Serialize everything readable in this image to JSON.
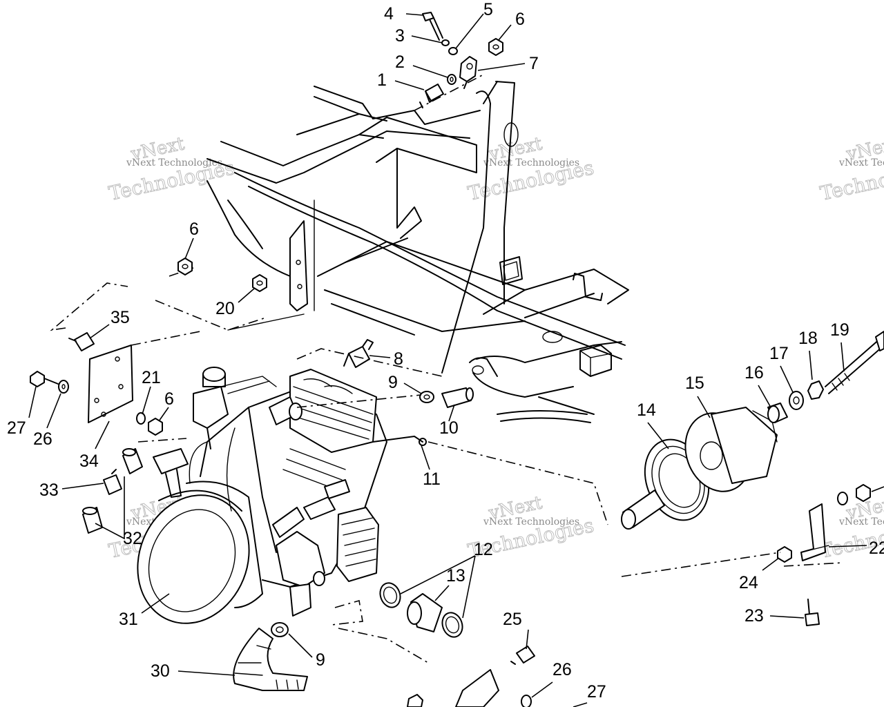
{
  "watermark": {
    "line1": "vNext Technologies",
    "line2": "vNext",
    "line3": "Technologies"
  },
  "callouts": [
    {
      "id": "c4",
      "text": "4"
    },
    {
      "id": "c5",
      "text": "5"
    },
    {
      "id": "c6a",
      "text": "6"
    },
    {
      "id": "c3",
      "text": "3"
    },
    {
      "id": "c2",
      "text": "2"
    },
    {
      "id": "c7",
      "text": "7"
    },
    {
      "id": "c1",
      "text": "1"
    },
    {
      "id": "c6b",
      "text": "6"
    },
    {
      "id": "c20",
      "text": "20"
    },
    {
      "id": "c35",
      "text": "35"
    },
    {
      "id": "c8",
      "text": "8"
    },
    {
      "id": "c9a",
      "text": "9"
    },
    {
      "id": "c10",
      "text": "10"
    },
    {
      "id": "c21",
      "text": "21"
    },
    {
      "id": "c6c",
      "text": "6"
    },
    {
      "id": "c27a",
      "text": "27"
    },
    {
      "id": "c26a",
      "text": "26"
    },
    {
      "id": "c34",
      "text": "34"
    },
    {
      "id": "c11",
      "text": "11"
    },
    {
      "id": "c33",
      "text": "33"
    },
    {
      "id": "c32",
      "text": "32"
    },
    {
      "id": "c31",
      "text": "31"
    },
    {
      "id": "c12",
      "text": "12"
    },
    {
      "id": "c13",
      "text": "13"
    },
    {
      "id": "c9b",
      "text": "9"
    },
    {
      "id": "c30",
      "text": "30"
    },
    {
      "id": "c25",
      "text": "25"
    },
    {
      "id": "c26b",
      "text": "26"
    },
    {
      "id": "c27b",
      "text": "27"
    },
    {
      "id": "c14",
      "text": "14"
    },
    {
      "id": "c15",
      "text": "15"
    },
    {
      "id": "c16",
      "text": "16"
    },
    {
      "id": "c17",
      "text": "17"
    },
    {
      "id": "c18",
      "text": "18"
    },
    {
      "id": "c19",
      "text": "19"
    },
    {
      "id": "c22",
      "text": "22"
    },
    {
      "id": "c24",
      "text": "24"
    },
    {
      "id": "c23",
      "text": "23"
    }
  ]
}
